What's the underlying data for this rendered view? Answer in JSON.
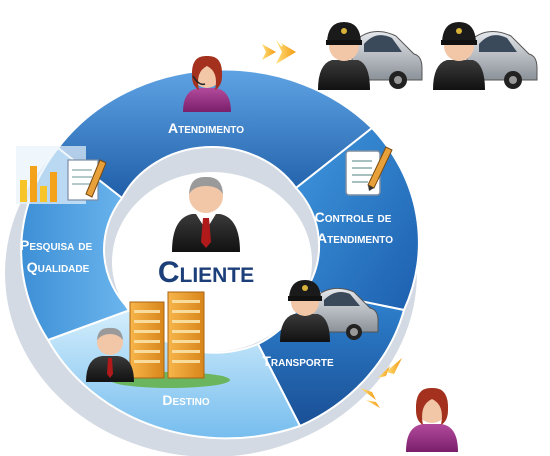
{
  "center": {
    "label": "Cliente",
    "icon": "businessman-icon"
  },
  "segments": [
    {
      "id": "atendimento",
      "lines": [
        "Atendimento"
      ],
      "icon": "operator-woman-icon"
    },
    {
      "id": "controle",
      "lines": [
        "Controle de",
        "Atendimento"
      ],
      "icon": "document-pencil-icon"
    },
    {
      "id": "transporte",
      "lines": [
        "Transporte"
      ],
      "icon": "driver-car-icon"
    },
    {
      "id": "destino",
      "lines": [
        "Destino"
      ],
      "icon": "buildings-icon"
    },
    {
      "id": "pesquisa",
      "lines": [
        "Pesquisa de",
        "Qualidade"
      ],
      "icon": "chart-report-icon"
    }
  ],
  "colors": {
    "ring_dark": "#1f5ea8",
    "ring_mid": "#2f7fd0",
    "ring_light": "#5fb0ec",
    "ring_pale": "#a9d8f6",
    "center_text": "#1c3f7a",
    "arrow_orange": "#f7b51d"
  }
}
